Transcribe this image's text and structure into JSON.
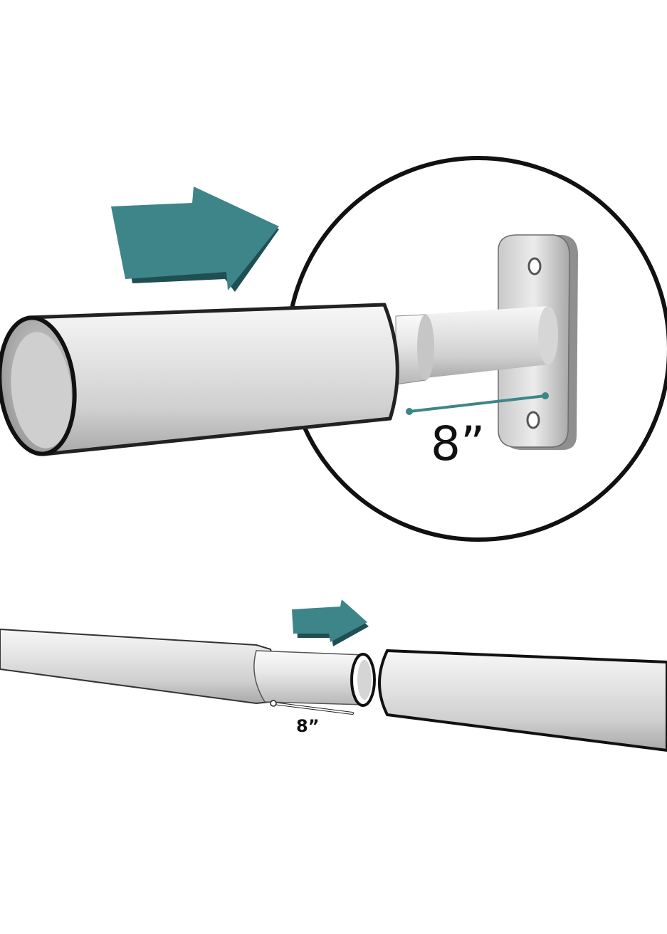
{
  "top_panel": {
    "measurement_label": "8”",
    "arrow_color": "#3e8589",
    "measure_line_color": "#3e8589",
    "icon": "teal-arrow-right"
  },
  "bottom_panel": {
    "measurement_label": "8”",
    "arrow_color": "#3e8589",
    "measure_line_color": "#ffffff",
    "icon": "teal-arrow-right"
  }
}
